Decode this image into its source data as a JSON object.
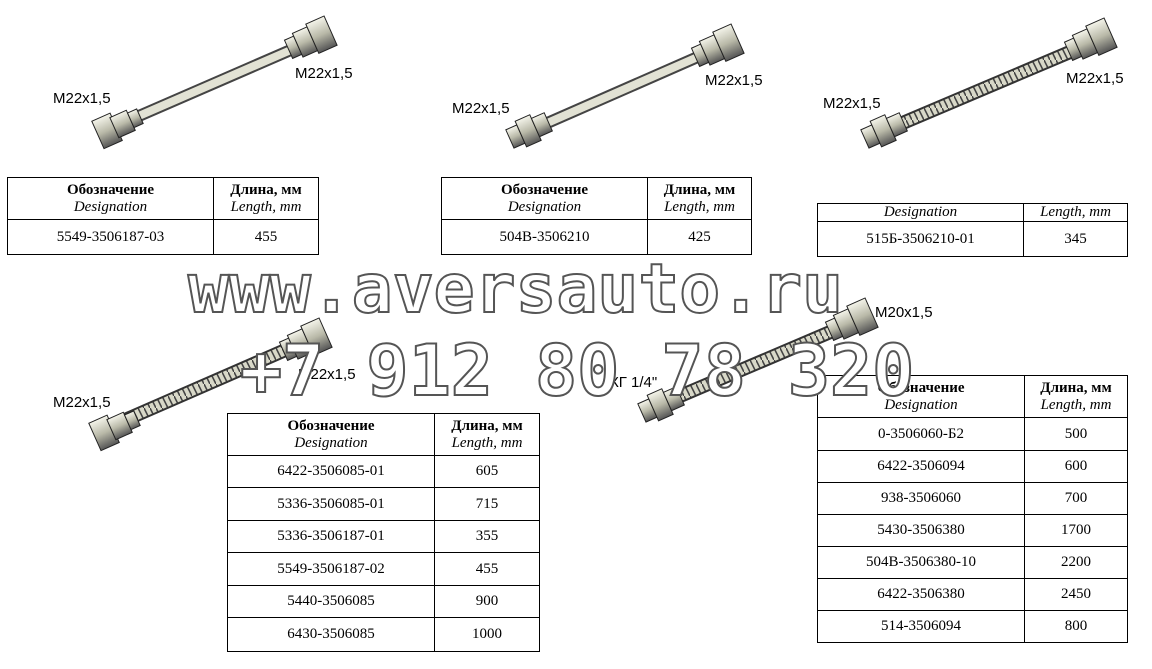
{
  "thread_labels": {
    "p1_left": "M22x1,5",
    "p1_right": "M22x1,5",
    "p2_left": "M22x1,5",
    "p2_right": "M22x1,5",
    "p3_left": "M22x1,5",
    "p3_right": "M22x1,5",
    "p4_left": "M22x1,5",
    "p4_right": "M22x1,5",
    "p5_top": "M20x1,5",
    "p5_bottom": "КГ 1/4\""
  },
  "headers": {
    "designation_ru": "Обозначение",
    "designation_en": "Designation",
    "length_ru": "Длина, мм",
    "length_en": "Length, mm"
  },
  "table1": [
    {
      "designation": "5549-3506187-03",
      "length": "455"
    }
  ],
  "table2": [
    {
      "designation": "504В-3506210",
      "length": "425"
    }
  ],
  "table3": [
    {
      "designation": "515Б-3506210-01",
      "length": "345"
    }
  ],
  "table4": [
    {
      "designation": "6422-3506085-01",
      "length": "605"
    },
    {
      "designation": "5336-3506085-01",
      "length": "715"
    },
    {
      "designation": "5336-3506187-01",
      "length": "355"
    },
    {
      "designation": "5549-3506187-02",
      "length": "455"
    },
    {
      "designation": "5440-3506085",
      "length": "900"
    },
    {
      "designation": "6430-3506085",
      "length": "1000"
    }
  ],
  "table5": [
    {
      "designation": "0-3506060-Б2",
      "length": "500"
    },
    {
      "designation": "6422-3506094",
      "length": "600"
    },
    {
      "designation": "938-3506060",
      "length": "700"
    },
    {
      "designation": "5430-3506380",
      "length": "1700"
    },
    {
      "designation": "504В-3506380-10",
      "length": "2200"
    },
    {
      "designation": "6422-3506380",
      "length": "2450"
    },
    {
      "designation": "514-3506094",
      "length": "800"
    }
  ],
  "watermark": {
    "site": "www.aversauto.ru",
    "phone": "+7 912 80 78 320"
  }
}
